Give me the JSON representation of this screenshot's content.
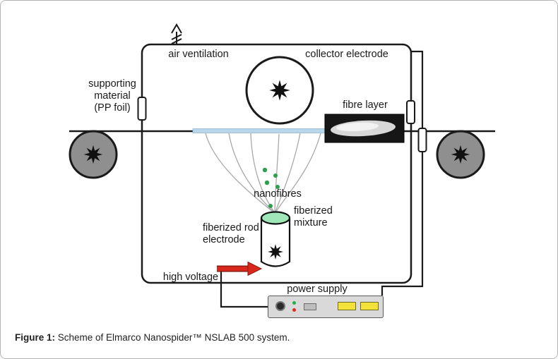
{
  "figure": {
    "caption_label": "Figure 1:",
    "caption_text": " Scheme of Elmarco Nanospider™ NSLAB 500 system."
  },
  "diagram": {
    "labels": {
      "air_ventilation": "air ventilation",
      "collector_electrode": "collector electrode",
      "supporting_material_line1": "supporting",
      "supporting_material_line2": "material",
      "supporting_material_line3": "(PP foil)",
      "fibre_layer": "fibre layer",
      "nanofibres": "nanofibres",
      "fiberized_mixture_line1": "fiberized",
      "fiberized_mixture_line2": "mixture",
      "fiberized_rod_line1": "fiberized rod",
      "fiberized_rod_line2": "electrode",
      "high_voltage": "high voltage",
      "power_supply": "power supply"
    },
    "colors": {
      "line": "#1a1a1a",
      "foil_highlight": "#b9d7ea",
      "roller_fill": "#8f8f8f",
      "fibre_layer_fill": "#161616",
      "mixture_green": "#9fe6b8",
      "nanofibre_dot": "#2f9e4f",
      "arrow_red": "#d8281b",
      "supply_body": "#d9d9d9",
      "button_yellow": "#f2e23a"
    }
  }
}
